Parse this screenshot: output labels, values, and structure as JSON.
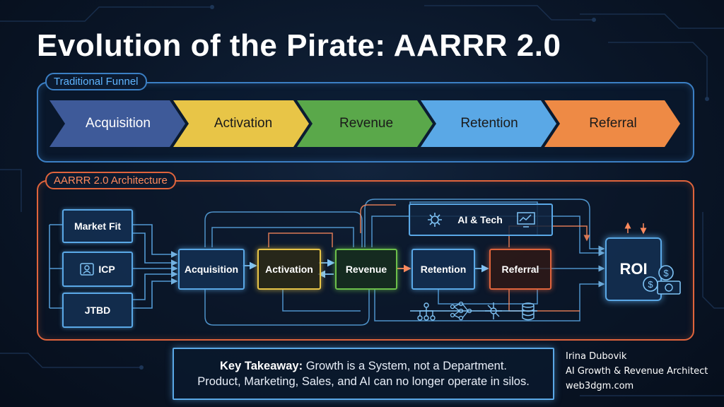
{
  "title": "Evolution of the Pirate: AARRR 2.0",
  "traditional": {
    "label": "Traditional Funnel",
    "stages": [
      "Acquisition",
      "Activation",
      "Revenue",
      "Retention",
      "Referral"
    ],
    "colors": [
      "#3e5a99",
      "#e8c547",
      "#5aa84a",
      "#5aa8e6",
      "#ee8a45"
    ]
  },
  "architecture": {
    "label": "AARRR 2.0 Architecture",
    "inputs": [
      "Market Fit",
      "ICP",
      "JTBD"
    ],
    "core": [
      "Acquisition",
      "Activation",
      "Revenue",
      "Retention",
      "Referral"
    ],
    "ai_tech": "AI & Tech",
    "roi": "ROI"
  },
  "takeaway": {
    "heading": "Key Takeaway:",
    "line1": "Growth is a System, not a Department.",
    "line2": "Product, Marketing, Sales, and AI can no longer operate in silos."
  },
  "author": {
    "name": "Irina Dubovik",
    "role": "AI Growth & Revenue Architect",
    "site": "web3dgm.com"
  }
}
